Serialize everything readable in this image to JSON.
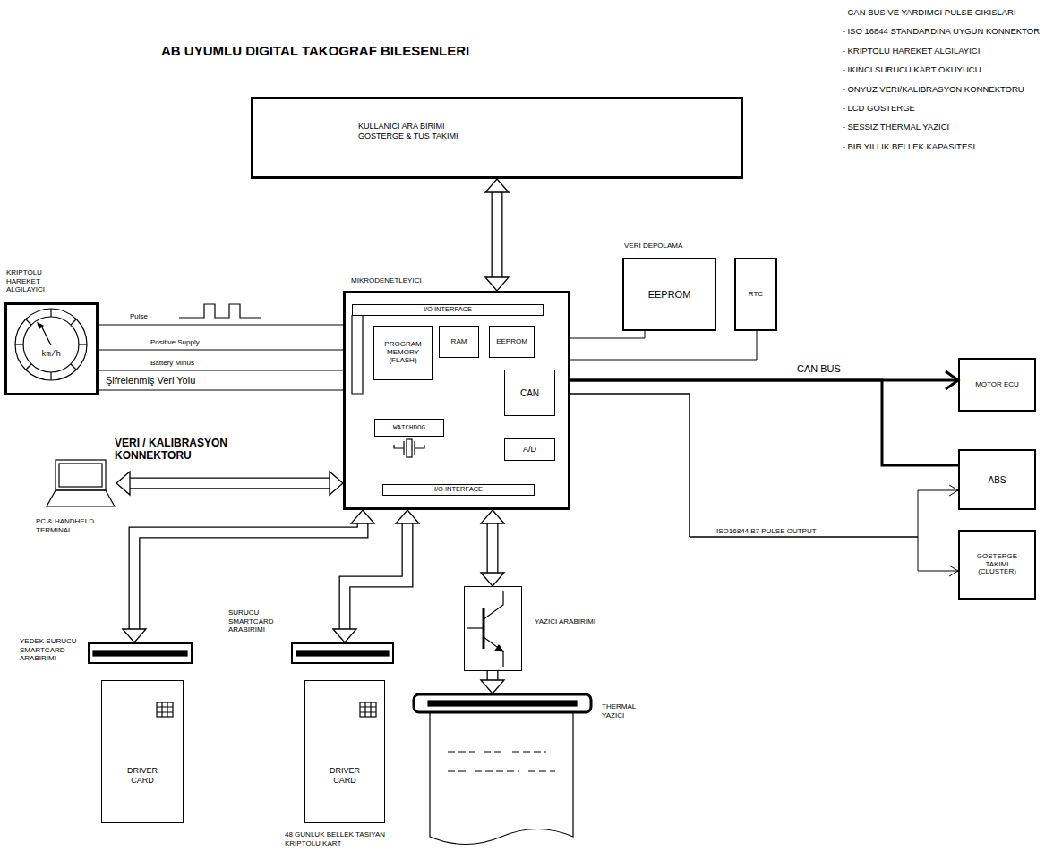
{
  "diagram": {
    "title": "AB UYUMLU DIGITAL TAKOGRAF BILESENLERI",
    "nodes": [
      {
        "text": [
          "KULLANICI ARA BIRIMI GOSTERGE & TUS TAKIMI"
        ]
      },
      {
        "text": [
          "MIKRODENETLEYICI"
        ]
      },
      {
        "text": [
          "I/O INTERFACE"
        ],
        "in": 1
      },
      {
        "text": [
          "PROGRAM MEMORY (FLASH)"
        ],
        "in": 1
      },
      {
        "text": [
          "RAM"
        ],
        "in": 1
      },
      {
        "text": [
          "EEPROM"
        ],
        "in": 1
      },
      {
        "text": [
          "CAN"
        ],
        "in": 1
      },
      {
        "text": [
          "WATCHDOG"
        ],
        "in": 1
      },
      {
        "text": [
          "A/D"
        ],
        "in": 1
      },
      {
        "text": [
          "I/O INTERFACE"
        ],
        "in": 1
      },
      {
        "text": [
          "EEPROM"
        ]
      },
      {
        "text": [
          "RTC"
        ]
      },
      {
        "text": [
          "KRIPTOLU HAREKET ALGILAYICI",
          "km/h"
        ]
      },
      {
        "text": [
          "MOTOR ECU"
        ]
      },
      {
        "text": [
          "ABS"
        ]
      },
      {
        "text": [
          "GOSTERGE TAKIMI (CLUSTER)"
        ]
      },
      {
        "text": [
          "PC & HANDHELD TERMINAL"
        ]
      },
      {
        "text": [
          "YEDEK SURUCU SMARTCARD ARABIRIMI"
        ]
      },
      {
        "text": [
          "DRIVER CARD"
        ]
      },
      {
        "text": [
          "SURUCU SMARTCARD ARABIRIMI"
        ]
      },
      {
        "text": [
          "DRIVER CARD",
          "48 GUNLUK BELLEK TASIYAN KRIPTOLU KART"
        ]
      },
      {
        "text": [
          "YAZICI ARABIRIMI"
        ]
      },
      {
        "text": [
          "THERMAL YAZICI"
        ]
      }
    ],
    "edges": [
      {
        "from": 0,
        "to": 1,
        "arrow": "both"
      },
      {
        "from": 12,
        "to": 1,
        "label": "Pulse",
        "arrow": "none"
      },
      {
        "from": 12,
        "to": 1,
        "label": "Positive Supply",
        "arrow": "none"
      },
      {
        "from": 12,
        "to": 1,
        "label": "Battery Minus",
        "arrow": "none"
      },
      {
        "from": 12,
        "to": 1,
        "label": "Şifrelenmiş Veri Yolu",
        "arrow": "none"
      },
      {
        "from": 16,
        "to": 1,
        "label": "VERI / KALIBRASYON KONNEKTORU",
        "arrow": "both"
      },
      {
        "from": 1,
        "to": 17,
        "arrow": "both"
      },
      {
        "from": 1,
        "to": 19,
        "arrow": "both"
      },
      {
        "from": 1,
        "to": 21,
        "arrow": "both"
      },
      {
        "from": 21,
        "to": 22,
        "arrow": "to"
      },
      {
        "from": 1,
        "to": 10,
        "arrow": "none"
      },
      {
        "from": 1,
        "to": 11,
        "arrow": "none"
      },
      {
        "from": 1,
        "to": 13,
        "label": "CAN BUS",
        "arrow": "to"
      },
      {
        "from": 1,
        "to": 14,
        "arrow": "none"
      },
      {
        "from": 1,
        "to": 14,
        "label": "ISO16844 B7 PULSE OUTPUT",
        "arrow": "to"
      },
      {
        "from": 1,
        "to": 15,
        "arrow": "to"
      }
    ],
    "labels": [
      "- CAN BUS VE YARDIMCI PULSE CIKISLARI",
      "- ISO 16844 STANDARDINA UYGUN KONNEKTOR",
      "- KRIPTOLU HAREKET ALGILAYICI",
      "- IKINCI SURUCU KART OKUYUCU",
      "- ONYUZ VERI/KALIBRASYON KONNEKTORU",
      "- LCD GOSTERGE",
      "- SESSIZ THERMAL YAZICI",
      "- BIR YILLIK BELLEK KAPASITESI",
      "VERI DEPOLAMA"
    ]
  }
}
